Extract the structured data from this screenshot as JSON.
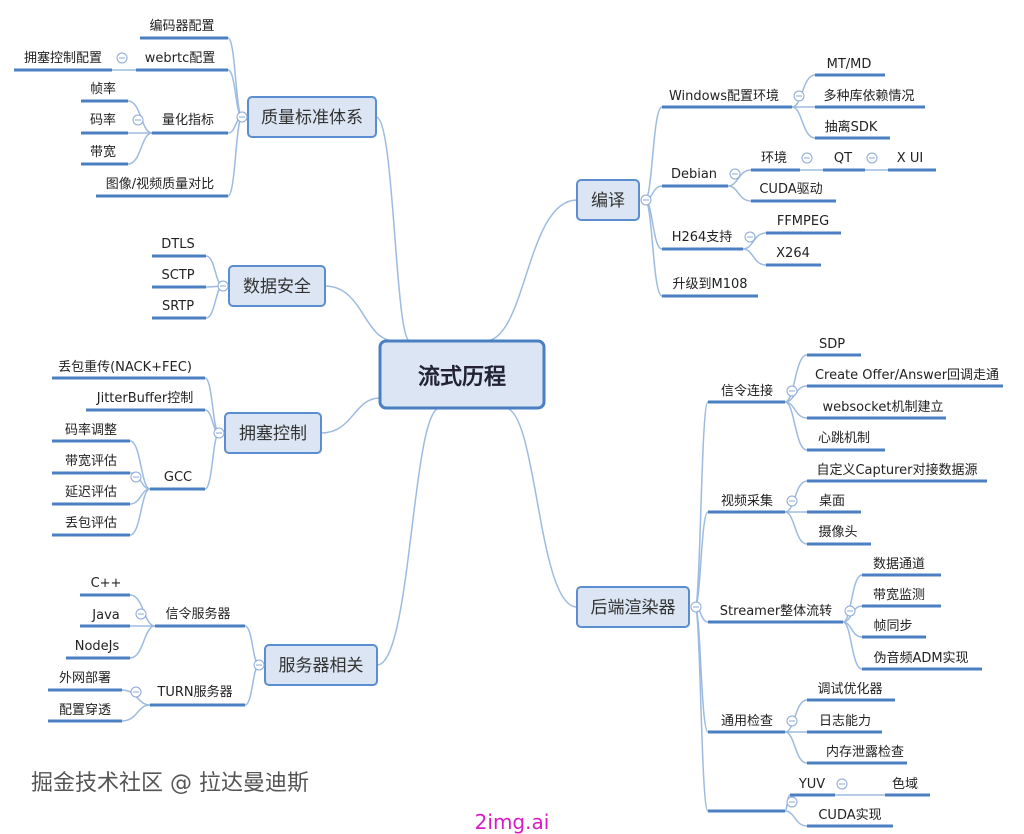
{
  "root": "流式历程",
  "left": [
    {
      "label": "质量标准体系",
      "children": [
        {
          "label": "编码器配置"
        },
        {
          "label": "webrtc配置",
          "children": [
            {
              "label": "拥塞控制配置"
            }
          ]
        },
        {
          "label": "量化指标",
          "children": [
            {
              "label": "帧率"
            },
            {
              "label": "码率"
            },
            {
              "label": "带宽"
            }
          ]
        },
        {
          "label": "图像/视频质量对比"
        }
      ]
    },
    {
      "label": "数据安全",
      "children": [
        {
          "label": "DTLS"
        },
        {
          "label": "SCTP"
        },
        {
          "label": "SRTP"
        }
      ]
    },
    {
      "label": "拥塞控制",
      "children": [
        {
          "label": "丢包重传(NACK+FEC)"
        },
        {
          "label": "JitterBuffer控制"
        },
        {
          "label": "GCC",
          "children": [
            {
              "label": "码率调整"
            },
            {
              "label": "带宽评估"
            },
            {
              "label": "延迟评估"
            },
            {
              "label": "丢包评估"
            }
          ]
        }
      ]
    },
    {
      "label": "服务器相关",
      "children": [
        {
          "label": "信令服务器",
          "children": [
            {
              "label": "C++"
            },
            {
              "label": "Java"
            },
            {
              "label": "NodeJs"
            }
          ]
        },
        {
          "label": "TURN服务器",
          "children": [
            {
              "label": "外网部署"
            },
            {
              "label": "配置穿透"
            }
          ]
        }
      ]
    }
  ],
  "right": [
    {
      "label": "编译",
      "children": [
        {
          "label": "Windows配置环境",
          "children": [
            {
              "label": "MT/MD"
            },
            {
              "label": "多种库依赖情况"
            },
            {
              "label": "抽离SDK"
            }
          ]
        },
        {
          "label": "Debian",
          "children": [
            {
              "label": "环境",
              "children": [
                {
                  "label": "QT",
                  "children": [
                    {
                      "label": "X UI"
                    }
                  ]
                }
              ]
            },
            {
              "label": "CUDA驱动"
            }
          ]
        },
        {
          "label": "H264支持",
          "children": [
            {
              "label": "FFMPEG"
            },
            {
              "label": "X264"
            }
          ]
        },
        {
          "label": "升级到M108"
        }
      ]
    },
    {
      "label": "后端渲染器",
      "children": [
        {
          "label": "信令连接",
          "children": [
            {
              "label": "SDP"
            },
            {
              "label": "Create Offer/Answer回调走通"
            },
            {
              "label": "websocket机制建立"
            },
            {
              "label": "心跳机制"
            }
          ]
        },
        {
          "label": "视频采集",
          "children": [
            {
              "label": "自定义Capturer对接数据源"
            },
            {
              "label": "桌面"
            },
            {
              "label": "摄像头"
            }
          ]
        },
        {
          "label": "Streamer整体流转",
          "children": [
            {
              "label": "数据通道"
            },
            {
              "label": "带宽监测"
            },
            {
              "label": "帧同步"
            },
            {
              "label": "伪音频ADM实现"
            }
          ]
        },
        {
          "label": "通用检查",
          "children": [
            {
              "label": "调试优化器"
            },
            {
              "label": "日志能力"
            },
            {
              "label": "内存泄露检查"
            }
          ]
        },
        {
          "label": "",
          "children": [
            {
              "label": "YUV",
              "children": [
                {
                  "label": "色域"
                }
              ]
            },
            {
              "label": "CUDA实现"
            }
          ]
        }
      ]
    }
  ],
  "watermark": "掘金技术社区 @ 拉达曼迪斯",
  "site_label": "2img.ai",
  "colors": {
    "line": "#4a7fc1",
    "link": "#9dbbe0",
    "box_fill": "#dbe5f3",
    "box_border": "#5b8ed0",
    "site": "#d81bc4"
  }
}
